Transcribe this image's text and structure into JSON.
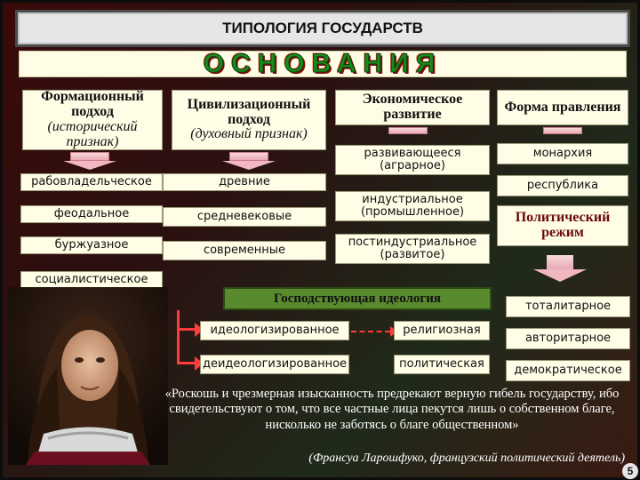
{
  "title": "ТИПОЛОГИЯ ГОСУДАРСТВ",
  "banner": "ОСНОВАНИЯ",
  "columns": {
    "formation": {
      "header": "Формационный подход",
      "sub": "(исторический признак)",
      "items": [
        "рабовладельческое",
        "феодальное",
        "буржуазное",
        "социалистическое"
      ]
    },
    "civilization": {
      "header": "Цивилизационный подход",
      "sub": "(духовный признак)",
      "items": [
        "древние",
        "средневековые",
        "современные"
      ]
    },
    "economic": {
      "header": "Экономическое развитие",
      "items": [
        "развивающееся (аграрное)",
        "индустриальное (промышленное)",
        "постиндустриальное (развитое)"
      ]
    },
    "government": {
      "header": "Форма правления",
      "items": [
        "монархия",
        "республика"
      ]
    },
    "regime": {
      "header": "Политический режим",
      "items": [
        "тоталитарное",
        "авторитарное",
        "демократическое"
      ]
    }
  },
  "ideology": {
    "header": "Господствующая идеология",
    "left_items": [
      "идеологизированное",
      "деидеологизированное"
    ],
    "right_items": [
      "религиозная",
      "политическая"
    ]
  },
  "quote": "«Роскошь и чрезмерная изысканность предрекают верную гибель государству, ибо свидетельствуют о том, что все частные лица пекутся лишь о собственном благе, нисколько не заботясь о благе общественном»",
  "author": "(Франсуа Ларошфуко, французский политический деятель)",
  "page_number": "5",
  "colors": {
    "box_bg": "#fffde6",
    "ideology_bg": "#5a8a2e",
    "connector": "#ff3b3b",
    "banner_text": "#1a8a1a"
  },
  "icons": [
    "portrait-image",
    "arrow-down-icon",
    "arrow-right-icon"
  ]
}
